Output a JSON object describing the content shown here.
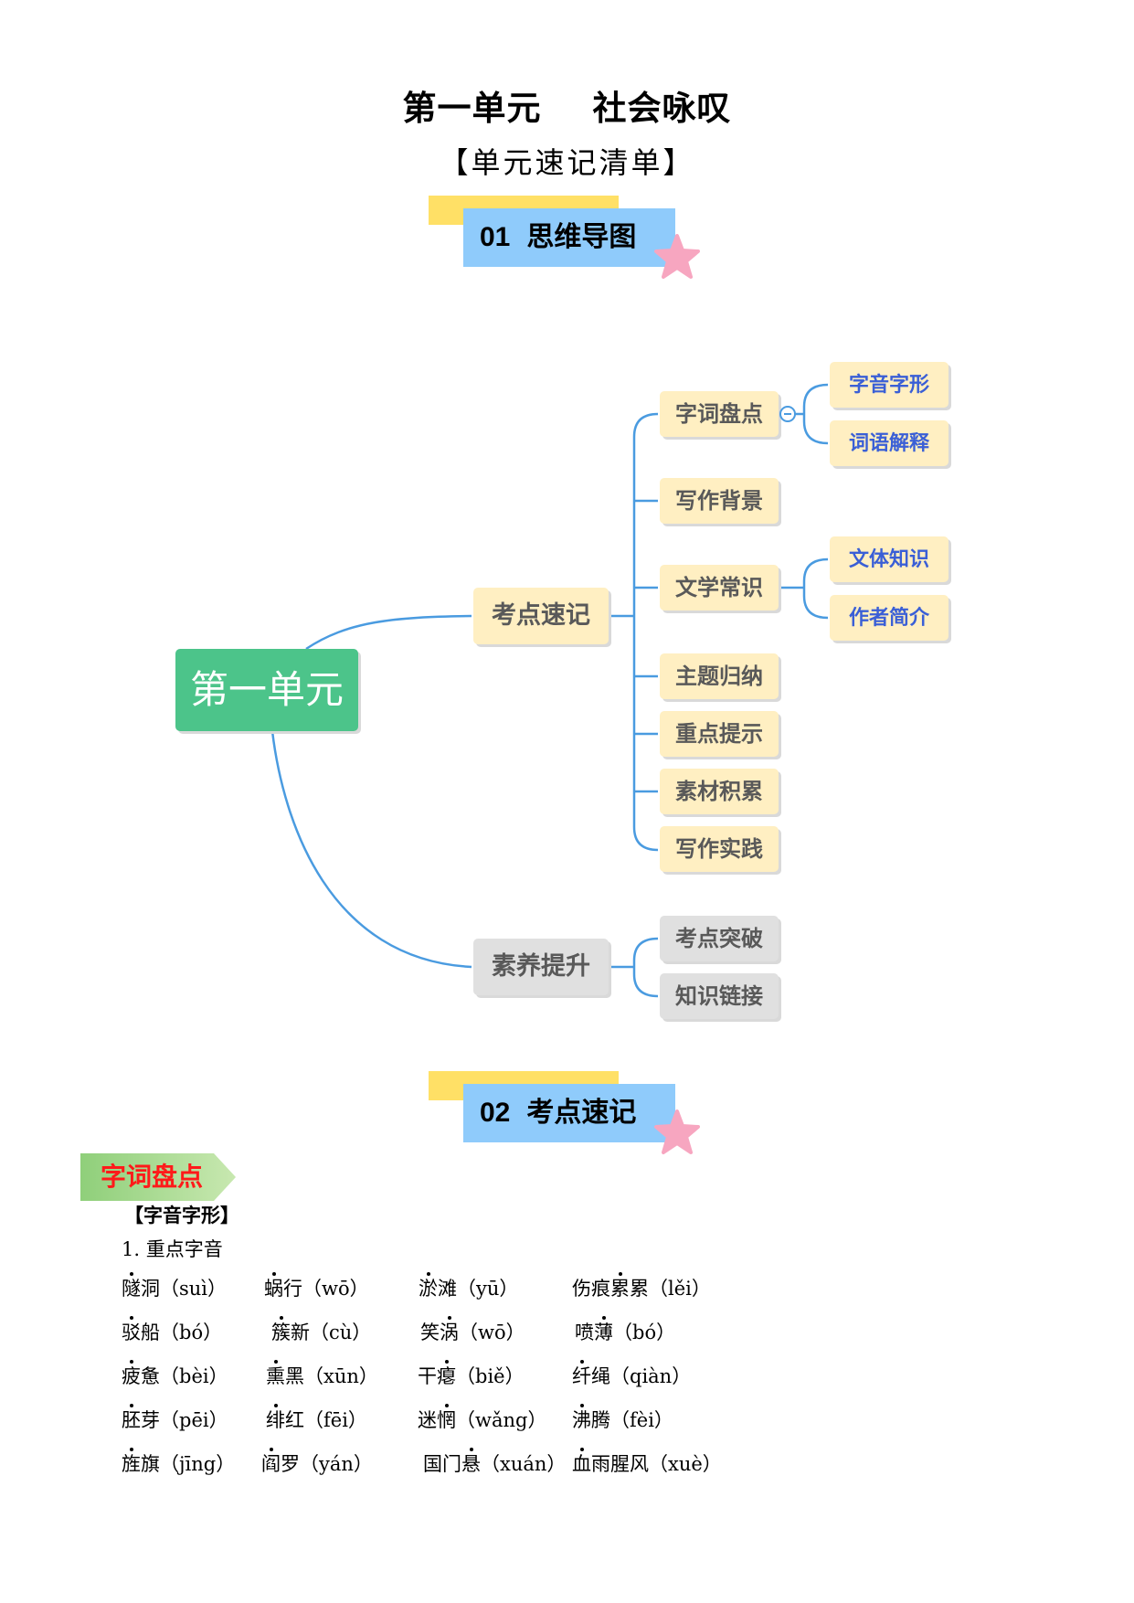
{
  "header": {
    "unit": "第一单元",
    "theme": "社会咏叹",
    "subtitle": "【单元速记清单】"
  },
  "banners": [
    {
      "number": "01",
      "label": "思维导图"
    },
    {
      "number": "02",
      "label": "考点速记"
    }
  ],
  "colors": {
    "banner_yellow": "#ffe066",
    "banner_blue": "#8fcbfb",
    "root_green": "#4cc48a",
    "node_yellow": "#ffefc2",
    "node_gray": "#e0e0e0",
    "link_blue": "#4a9be0",
    "leaf_text_blue": "#3a5fd6",
    "tag_green": "#a8d88c",
    "tag_text_red": "#ff1a1a",
    "star_pink": "#f7a6c0"
  },
  "mindmap": {
    "root": "第一单元",
    "branches": [
      {
        "label": "考点速记",
        "children": [
          {
            "label": "字词盘点",
            "children": [
              "字音字形",
              "词语解释"
            ]
          },
          {
            "label": "写作背景"
          },
          {
            "label": "文学常识",
            "children": [
              "文体知识",
              "作者简介"
            ]
          },
          {
            "label": "主题归纳"
          },
          {
            "label": "重点提示"
          },
          {
            "label": "素材积累"
          },
          {
            "label": "写作实践"
          }
        ]
      },
      {
        "label": "素养提升",
        "children": [
          {
            "label": "考点突破"
          },
          {
            "label": "知识链接"
          }
        ]
      }
    ]
  },
  "section": {
    "tag": "字词盘点",
    "subheading": "【字音字形】",
    "list_title": "1. 重点字音",
    "words": [
      [
        {
          "pre": "",
          "dot": "隧",
          "post": "洞",
          "pinyin": "（suì）"
        },
        {
          "pre": "",
          "dot": "蜗",
          "post": "行",
          "pinyin": "（wō）"
        },
        {
          "pre": "",
          "dot": "淤",
          "post": "滩",
          "pinyin": "（yū）"
        },
        {
          "pre": "伤痕",
          "dot": "累",
          "post": "累",
          "pinyin": "（lěi）"
        }
      ],
      [
        {
          "pre": "",
          "dot": "驳",
          "post": "船",
          "pinyin": "（bó）"
        },
        {
          "pre": "",
          "dot": "簇",
          "post": "新",
          "pinyin": "（cù）"
        },
        {
          "pre": "笑",
          "dot": "涡",
          "post": "",
          "pinyin": "（wō）"
        },
        {
          "pre": "喷",
          "dot": "薄",
          "post": "",
          "pinyin": "（bó）"
        }
      ],
      [
        {
          "pre": "",
          "dot": "疲",
          "post": "惫",
          "pinyin": "（bèi）"
        },
        {
          "pre": "",
          "dot": "熏",
          "post": "黑",
          "pinyin": "（xūn）"
        },
        {
          "pre": "干",
          "dot": "瘪",
          "post": "",
          "pinyin": "（biě）"
        },
        {
          "pre": "",
          "dot": "纤",
          "post": "绳",
          "pinyin": "（qiàn）"
        }
      ],
      [
        {
          "pre": "",
          "dot": "胚",
          "post": "芽",
          "pinyin": "（pēi）"
        },
        {
          "pre": "",
          "dot": "绯",
          "post": "红",
          "pinyin": "（fēi）"
        },
        {
          "pre": "迷",
          "dot": "惘",
          "post": "",
          "pinyin": "（wǎng）"
        },
        {
          "pre": "",
          "dot": "沸",
          "post": "腾",
          "pinyin": "（fèi）"
        }
      ],
      [
        {
          "pre": "",
          "dot": "旌",
          "post": "旗",
          "pinyin": "（jīng）"
        },
        {
          "pre": "",
          "dot": "阎",
          "post": "罗",
          "pinyin": "（yán）"
        },
        {
          "pre": "国门",
          "dot": "悬",
          "post": "",
          "pinyin": "（xuán）"
        },
        {
          "pre": "",
          "dot": "血",
          "post": "雨腥风",
          "pinyin": "（xuè）"
        }
      ]
    ]
  }
}
